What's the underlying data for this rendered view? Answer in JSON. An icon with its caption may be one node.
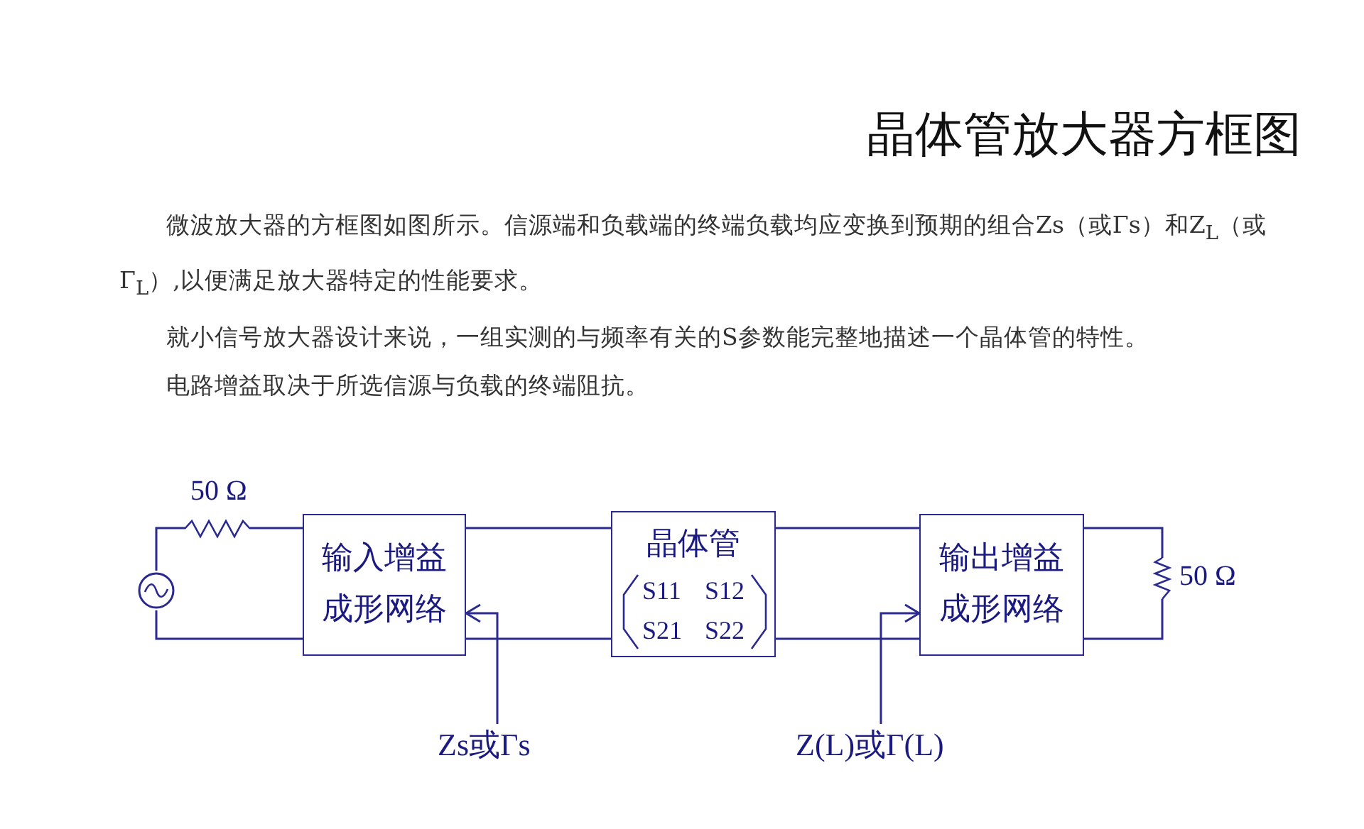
{
  "diagram": {
    "title": "晶体管放大器方框图",
    "nodes": [
      {
        "text": [],
        "shape": "circle"
      },
      {
        "text": [],
        "shape": "resistor",
        "beside": [
          "50 Ω"
        ]
      },
      {
        "text": [
          "输入增益成形网络"
        ]
      },
      {
        "text": [
          "晶体管",
          "S11 S12 S21 S22"
        ]
      },
      {
        "text": [
          "输出增益成形网络"
        ]
      },
      {
        "text": [],
        "shape": "resistor",
        "beside": [
          "50 Ω"
        ]
      },
      {
        "text": [
          "Zs或Γs"
        ]
      },
      {
        "text": [
          "Z(L)或Γ(L)"
        ]
      }
    ],
    "edges": [
      {
        "from": 0,
        "to": 1,
        "arrow": "none"
      },
      {
        "from": 1,
        "to": 2,
        "arrow": "none"
      },
      {
        "from": 0,
        "to": 2,
        "arrow": "none"
      },
      {
        "from": 2,
        "to": 3,
        "arrow": "none"
      },
      {
        "from": 2,
        "to": 3,
        "arrow": "none"
      },
      {
        "from": 3,
        "to": 4,
        "arrow": "none"
      },
      {
        "from": 3,
        "to": 4,
        "arrow": "none"
      },
      {
        "from": 4,
        "to": 5,
        "arrow": "none"
      },
      {
        "from": 4,
        "to": 5,
        "arrow": "none"
      },
      {
        "from": 6,
        "to": 2,
        "arrow": "to"
      },
      {
        "from": 7,
        "to": 4,
        "arrow": "to"
      }
    ],
    "labels": [
      "微波放大器的方框图如图所示。信源端和负载端的终端负载均应变换到预期的组合Zs（或Γs）和Z$_{L}$（或Γ$_{L}$）,以便满足放大器特定的性能要求。",
      "就小信号放大器设计来说，一组实测的与频率有关的S参数能完整地描述一个晶体管的特性。",
      "电路增益取决于所选信源与负载的终端阻抗。"
    ]
  }
}
